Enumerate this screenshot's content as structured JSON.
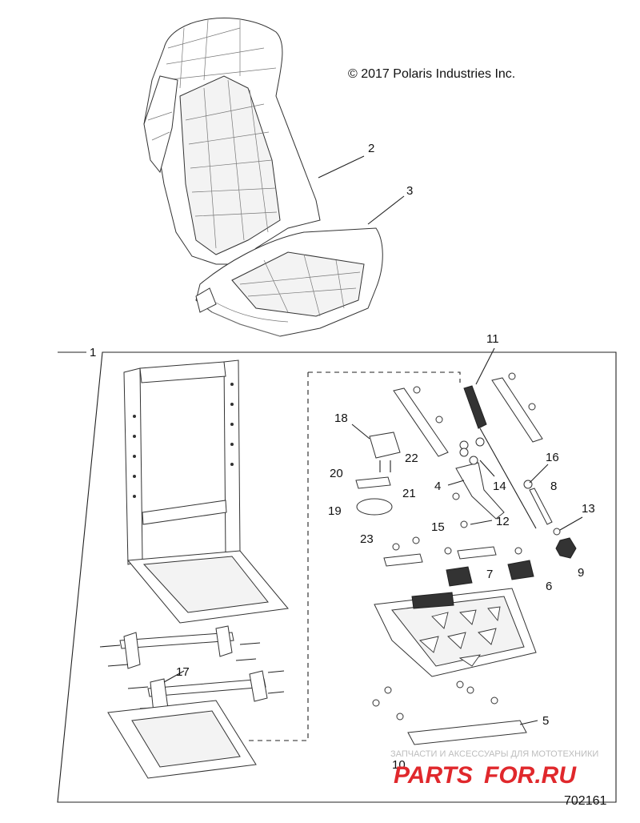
{
  "copyright": "© 2017 Polaris Industries Inc.",
  "document_number": "702161",
  "callouts": [
    "1",
    "2",
    "3",
    "4",
    "5",
    "6",
    "7",
    "8",
    "9",
    "10",
    "11",
    "12",
    "13",
    "14",
    "15",
    "16",
    "17",
    "18",
    "19",
    "20",
    "21",
    "22",
    "23"
  ],
  "watermark": {
    "tagline": "ЗАПЧАСТИ И АКСЕССУАРЫ ДЛЯ МОТОТЕХНИКИ",
    "logo_part1": "PARTS",
    "logo_part2": "FOR.RU",
    "color_red": "#e0282c",
    "color_grey": "#9a9a9a"
  }
}
